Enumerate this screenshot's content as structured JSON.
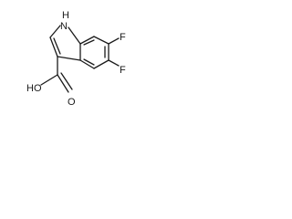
{
  "labels": {
    "nh": "H",
    "n": "N",
    "f_top": "F",
    "f_bottom": "F",
    "hydroxyl": "HO",
    "carbonyl_o": "O"
  }
}
